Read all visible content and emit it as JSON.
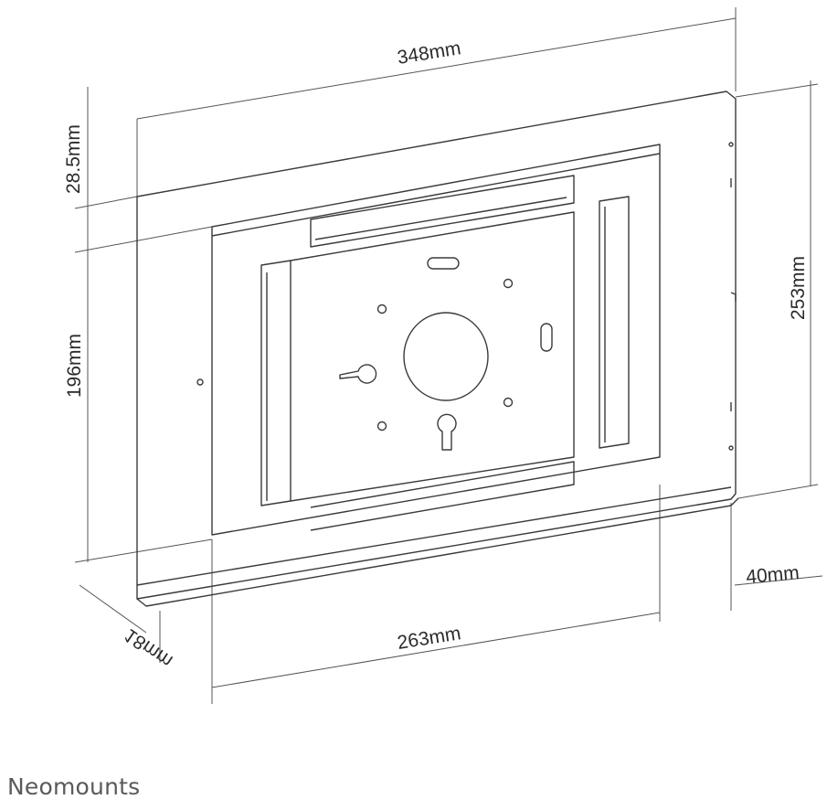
{
  "dimensions": {
    "total_width": "348mm",
    "total_height": "253mm",
    "top_margin": "28.5mm",
    "screen_height": "196mm",
    "screen_width": "263mm",
    "bottom_depth": "40mm",
    "thickness": "18mm"
  },
  "brand": {
    "name": "Neomounts"
  },
  "colors": {
    "line": "#3a3a3a",
    "dimension_line": "#555555",
    "brand_text": "#5a5a5a"
  }
}
